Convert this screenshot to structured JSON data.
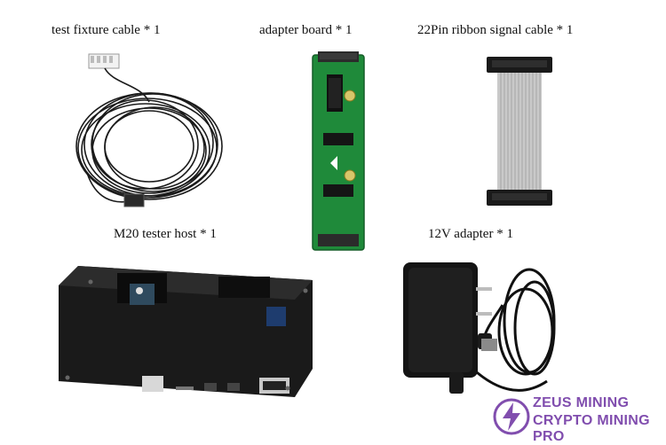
{
  "labels": {
    "test_fixture_cable": "test fixture cable * 1",
    "adapter_board": "adapter board * 1",
    "ribbon_cable": "22Pin ribbon signal cable * 1",
    "tester_host": "M20 tester host * 1",
    "power_adapter": "12V adapter * 1"
  },
  "watermark": {
    "line1": "ZEUS MINING",
    "line2": "CRYPTO MINING PRO",
    "icon": "lightning-bolt-icon",
    "color": "#6b2fa0"
  },
  "colors": {
    "pcb_green": "#1f8a3a",
    "device_body": "#1a1a1a",
    "ribbon_gray": "#c9c9c9"
  }
}
